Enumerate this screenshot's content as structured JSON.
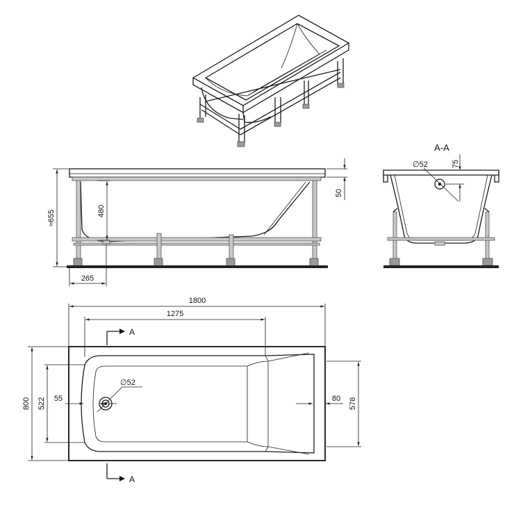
{
  "section_title": "A-A",
  "section_marker": "A",
  "dimensions": {
    "total_height": "≈655",
    "inner_depth": "480",
    "rim_height": "50",
    "drain_offset": "265",
    "section_drain_diameter": "∅52",
    "section_drain_offset": "75",
    "overall_length": "1800",
    "inner_length": "1275",
    "overall_width": "800",
    "inner_width_head": "522",
    "drain_from_edge": "55",
    "top_drain_diameter": "∅52",
    "foot_offset": "80",
    "inner_width_foot": "578"
  },
  "colors": {
    "line": "#1a1a1a",
    "frame": "#9a9a9a"
  }
}
